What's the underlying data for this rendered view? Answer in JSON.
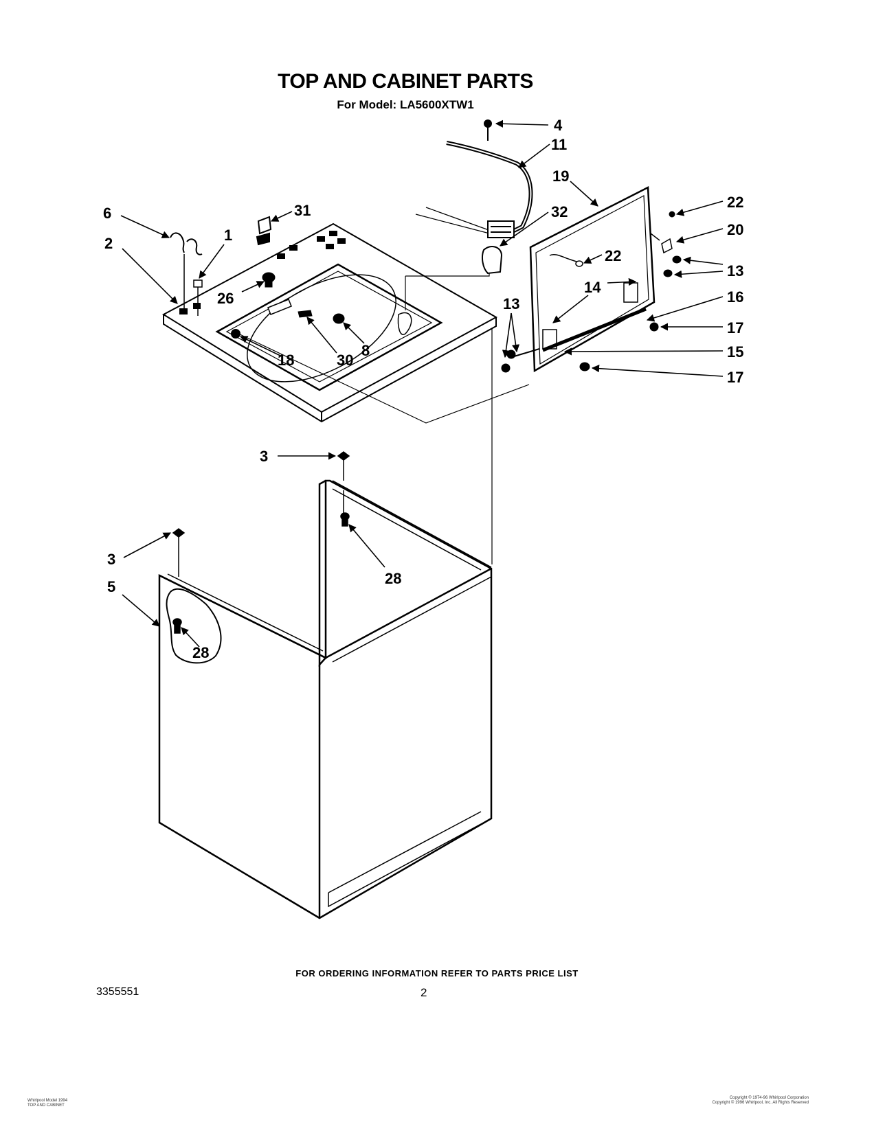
{
  "title": "TOP AND CABINET PARTS",
  "subtitle": "For Model: LA5600XTW1",
  "ordering_note": "FOR ORDERING INFORMATION REFER TO PARTS PRICE LIST",
  "document_number": "3355551",
  "page_number": "2",
  "footer_left": [
    "Whirlpool Model 1994",
    "TOP AND CABINET"
  ],
  "footer_right": [
    "Copyright © 1974-96 Whirlpool Corporation",
    "Copyright © 1996 Whirlpool, Inc. All Rights Reserved"
  ],
  "callouts": {
    "c4": "4",
    "c11": "11",
    "c19": "19",
    "c22a": "22",
    "c20": "20",
    "c22b": "22",
    "c13a": "13",
    "c14": "14",
    "c16": "16",
    "c17a": "17",
    "c15": "15",
    "c17b": "17",
    "c13b": "13",
    "c32": "32",
    "c31": "31",
    "c6": "6",
    "c1": "1",
    "c2": "2",
    "c26": "26",
    "c8": "8",
    "c18": "18",
    "c30": "30",
    "c3a": "3",
    "c3b": "3",
    "c28a": "28",
    "c5": "5",
    "c28b": "28"
  }
}
